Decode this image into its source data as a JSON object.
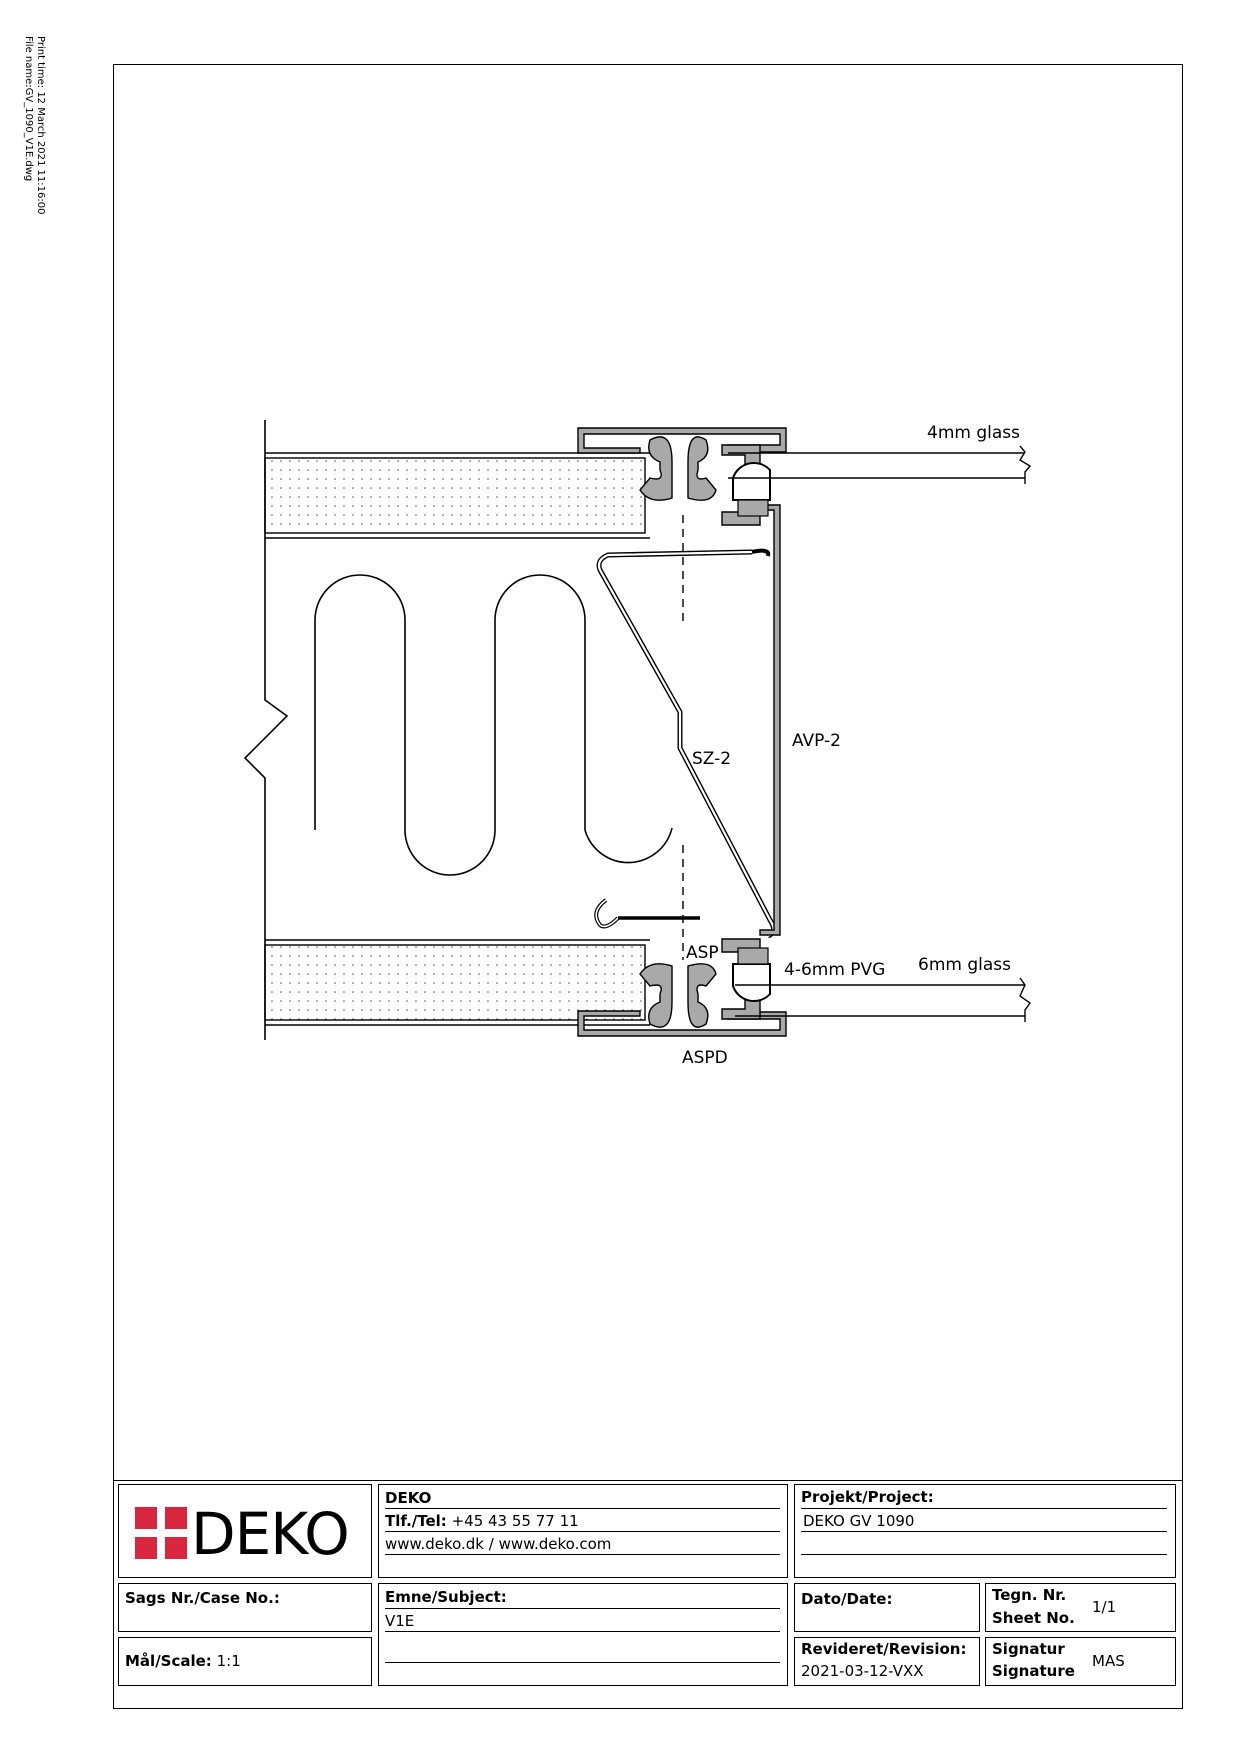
{
  "print_info": {
    "print_time": "Print time: 12 March 2021 11:16:00",
    "file_name": "File name:GV_1090_V1E.dwg"
  },
  "drawing": {
    "labels": {
      "glass_top": "4mm glass",
      "glass_bottom": "6mm glass",
      "avp": "AVP-2",
      "sz": "SZ-2",
      "asp": "ASP",
      "pvg": "4-6mm PVG",
      "aspd": "ASPD"
    }
  },
  "title_block": {
    "logo": {
      "word": "DEKO",
      "color": "#d7263d"
    },
    "company": {
      "name": "DEKO",
      "tel_label": "Tlf./Tel:",
      "tel_value": "+45 43 55 77 11",
      "web": "www.deko.dk / www.deko.com"
    },
    "project": {
      "label": "Projekt/Project:",
      "value": "DEKO GV 1090"
    },
    "case": {
      "label": "Sags Nr./Case No.:"
    },
    "subject": {
      "label": "Emne/Subject:",
      "value": "V1E"
    },
    "date": {
      "label": "Dato/Date:"
    },
    "sheet": {
      "label1": "Tegn. Nr.",
      "label2": "Sheet No.",
      "value": "1/1"
    },
    "scale": {
      "label": "Mål/Scale:",
      "value": "1:1"
    },
    "revision": {
      "label": "Revideret/Revision:",
      "value": "2021-03-12-VXX"
    },
    "signature": {
      "label1": "Signatur",
      "label2": "Signature",
      "value": "MAS"
    }
  }
}
